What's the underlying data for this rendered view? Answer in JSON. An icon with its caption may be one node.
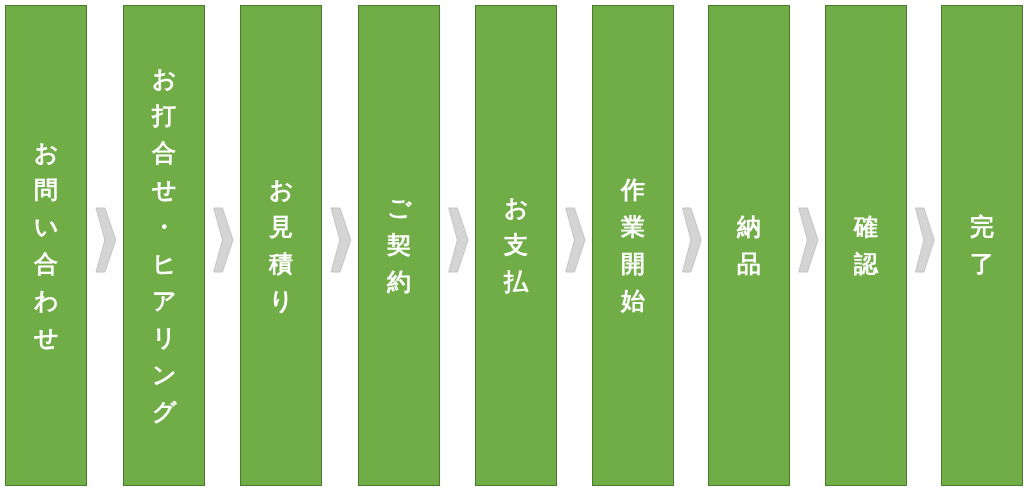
{
  "diagram": {
    "nodes": [
      {
        "text": [
          "お問い合わせ"
        ]
      },
      {
        "text": [
          "お打合せ・ヒアリング"
        ]
      },
      {
        "text": [
          "お見積り"
        ]
      },
      {
        "text": [
          "ご契約"
        ]
      },
      {
        "text": [
          "お支払"
        ]
      },
      {
        "text": [
          "作業開始"
        ]
      },
      {
        "text": [
          "納品"
        ]
      },
      {
        "text": [
          "確認"
        ]
      },
      {
        "text": [
          "完了"
        ]
      }
    ],
    "edges": [
      {
        "from": 0,
        "to": 1,
        "arrow": "to"
      },
      {
        "from": 1,
        "to": 2,
        "arrow": "to"
      },
      {
        "from": 2,
        "to": 3,
        "arrow": "to"
      },
      {
        "from": 3,
        "to": 4,
        "arrow": "to"
      },
      {
        "from": 4,
        "to": 5,
        "arrow": "to"
      },
      {
        "from": 5,
        "to": 6,
        "arrow": "to"
      },
      {
        "from": 6,
        "to": 7,
        "arrow": "to"
      },
      {
        "from": 7,
        "to": 8,
        "arrow": "to"
      }
    ]
  }
}
